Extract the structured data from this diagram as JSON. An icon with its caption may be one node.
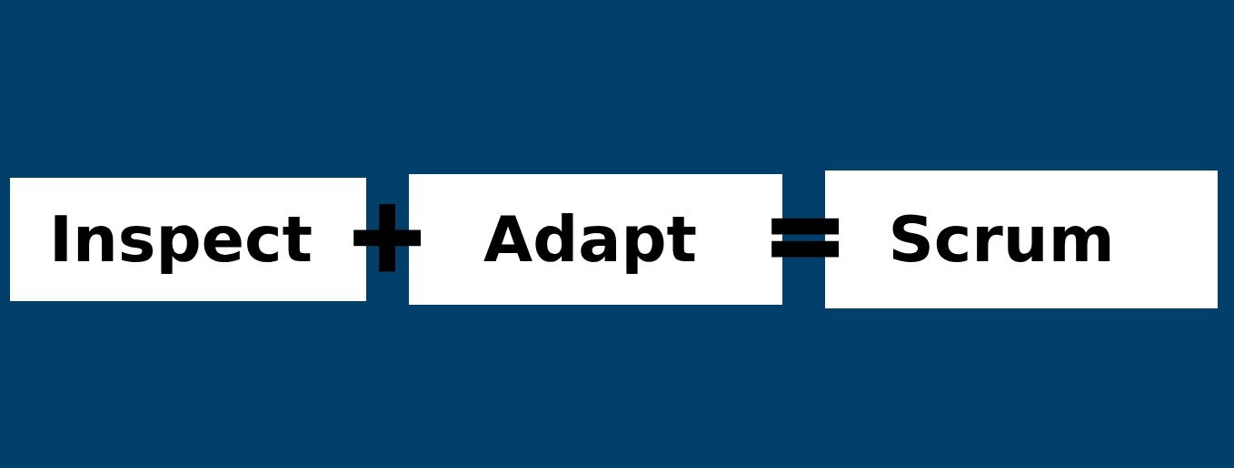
{
  "diagram": {
    "nodes": [
      {
        "text": [
          "Inspect"
        ]
      },
      {
        "text": [
          "Adapt"
        ]
      },
      {
        "text": [
          "Scrum"
        ]
      }
    ],
    "labels": [
      "+",
      "="
    ]
  }
}
